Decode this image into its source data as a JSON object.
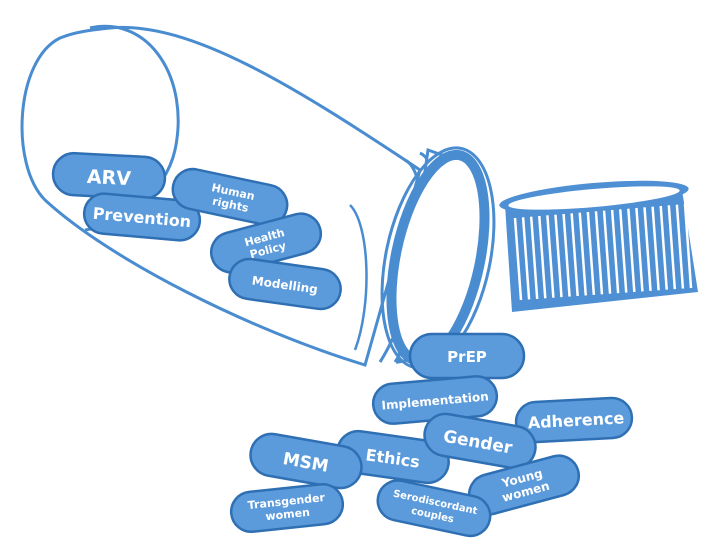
{
  "colors": {
    "outline": "#4a8cd0",
    "pill_fill": "#5c9bdb",
    "pill_border": "#2f6fb3",
    "cap_fill": "#4f90d4",
    "white": "#ffffff"
  },
  "pills": {
    "arv": "ARV",
    "prevention": "Prevention",
    "human_rights_1": "Human",
    "human_rights_2": "rights",
    "health_policy_1": "Health",
    "health_policy_2": "Policy",
    "modelling": "Modelling",
    "prep": "PrEP",
    "implementation": "Implementation",
    "adherence": "Adherence",
    "gender": "Gender",
    "ethics": "Ethics",
    "msm": "MSM",
    "young_women_1": "Young",
    "young_women_2": "women",
    "transgender_women_1": "Transgender",
    "transgender_women_2": "women",
    "serodiscordant_couples_1": "Serodiscordant",
    "serodiscordant_couples_2": "couples"
  }
}
